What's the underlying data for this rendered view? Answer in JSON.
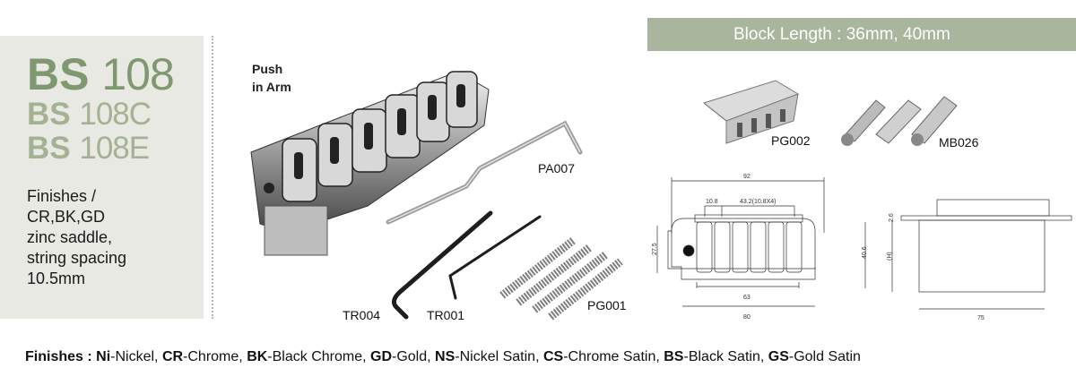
{
  "models": [
    {
      "prefix": "BS",
      "number": "108"
    },
    {
      "prefix": "BS",
      "number": "108C"
    },
    {
      "prefix": "BS",
      "number": "108E"
    }
  ],
  "specs": [
    "Finishes /",
    "CR,BK,GD",
    "zinc saddle,",
    "string spacing",
    "10.5mm"
  ],
  "block_length": "Block Length : 36mm, 40mm",
  "callouts": {
    "push_arm_line1": "Push",
    "push_arm_line2": "in Arm",
    "pa007": "PA007",
    "tr004": "TR004",
    "tr001": "TR001",
    "pg001": "PG001",
    "pg002": "PG002",
    "mb026": "MB026"
  },
  "drawing_dims": {
    "width_total": "92",
    "spacing": "10.8",
    "spacing_total": "43.2(10.8X4)",
    "height_left": "27.5",
    "height_right": "40.6",
    "screw_span": "63",
    "base_width": "80",
    "plate_thickness": "2.6",
    "block_height": "(H)",
    "block_width": "75"
  },
  "finishes": {
    "heading": "Finishes :",
    "items": [
      {
        "code": "Ni",
        "name": "-Nickel,"
      },
      {
        "code": "CR",
        "name": "-Chrome,"
      },
      {
        "code": "BK",
        "name": "-Black Chrome,"
      },
      {
        "code": "GD",
        "name": "-Gold,"
      },
      {
        "code": "NS",
        "name": "-Nickel Satin,"
      },
      {
        "code": "CS",
        "name": "-Chrome Satin,"
      },
      {
        "code": "BS",
        "name": "-Black Satin,"
      },
      {
        "code": "GS",
        "name": "-Gold Satin"
      }
    ]
  }
}
